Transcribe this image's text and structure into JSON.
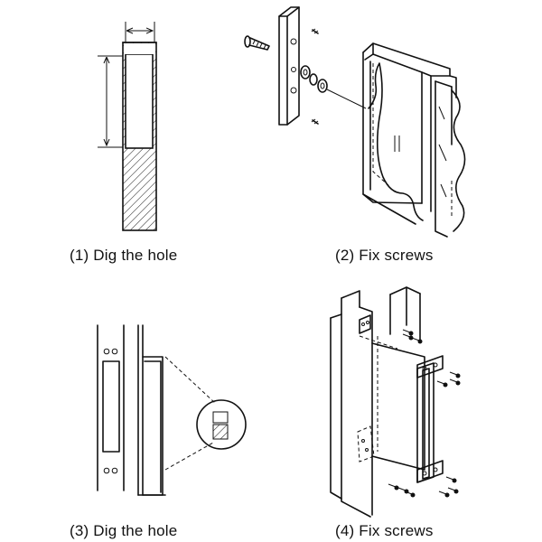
{
  "captions": {
    "step1": "(1) Dig the hole",
    "step2": "(2) Fix screws",
    "step3": "(3) Dig the hole",
    "step4": "(4) Fix screws"
  },
  "colors": {
    "ink": "#111111",
    "background": "#ffffff"
  }
}
